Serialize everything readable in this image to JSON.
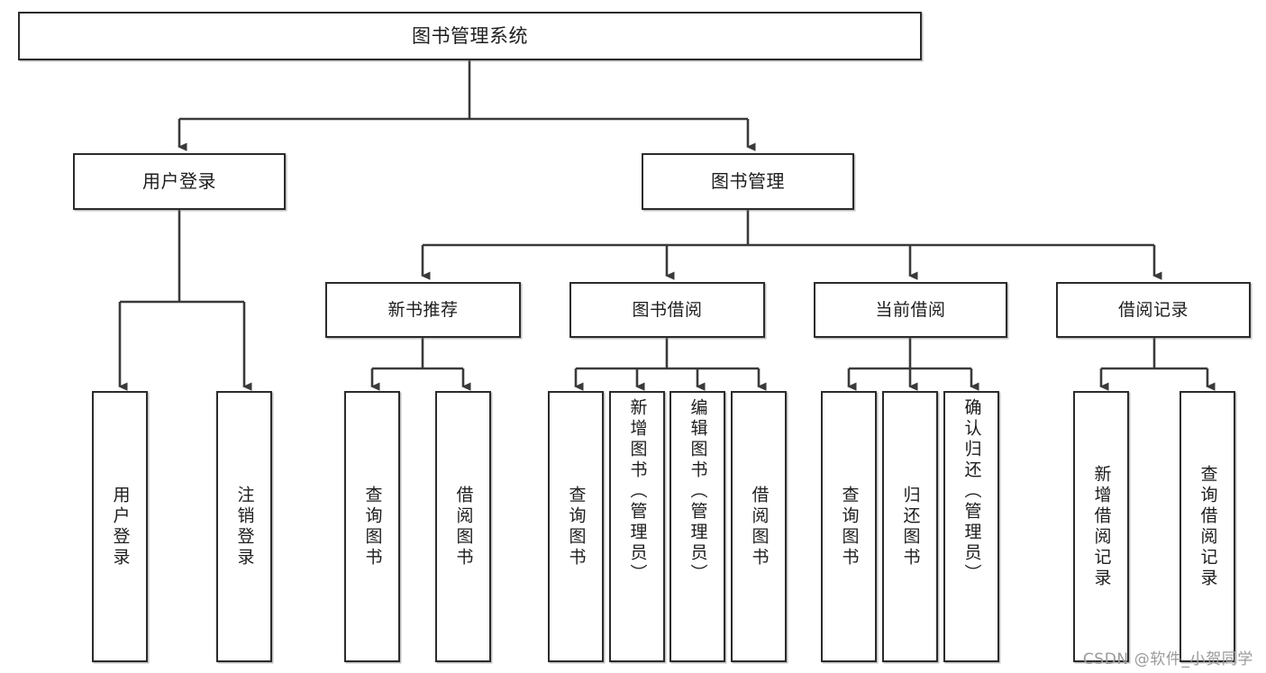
{
  "diagram": {
    "title": "图书管理系统",
    "type": "tree",
    "watermark": "CSDN @软件_小贺同学",
    "colors": {
      "box_border": "#2b2b2b",
      "box_fill": "#ffffff",
      "connector": "#3a3a3a",
      "text": "#1d1d1d",
      "watermark": "#9a9a9a"
    },
    "root": {
      "label": "图书管理系统"
    },
    "level2": [
      {
        "label": "用户登录"
      },
      {
        "label": "图书管理"
      }
    ],
    "level3": [
      {
        "label": "新书推荐"
      },
      {
        "label": "图书借阅"
      },
      {
        "label": "当前借阅"
      },
      {
        "label": "借阅记录"
      }
    ],
    "leaves": {
      "user_login": [
        {
          "label": "用户登录"
        },
        {
          "label": "注销登录"
        }
      ],
      "new_book_recommend": [
        {
          "label": "查询图书"
        },
        {
          "label": "借阅图书"
        }
      ],
      "book_borrow": [
        {
          "label": "查询图书"
        },
        {
          "label": "新增图书（管理员）"
        },
        {
          "label": "编辑图书（管理员）"
        },
        {
          "label": "借阅图书"
        }
      ],
      "current_borrow": [
        {
          "label": "查询图书"
        },
        {
          "label": "归还图书"
        },
        {
          "label": "确认归还（管理员）"
        }
      ],
      "borrow_record": [
        {
          "label": "新增借阅记录"
        },
        {
          "label": "查询借阅记录"
        }
      ]
    }
  }
}
